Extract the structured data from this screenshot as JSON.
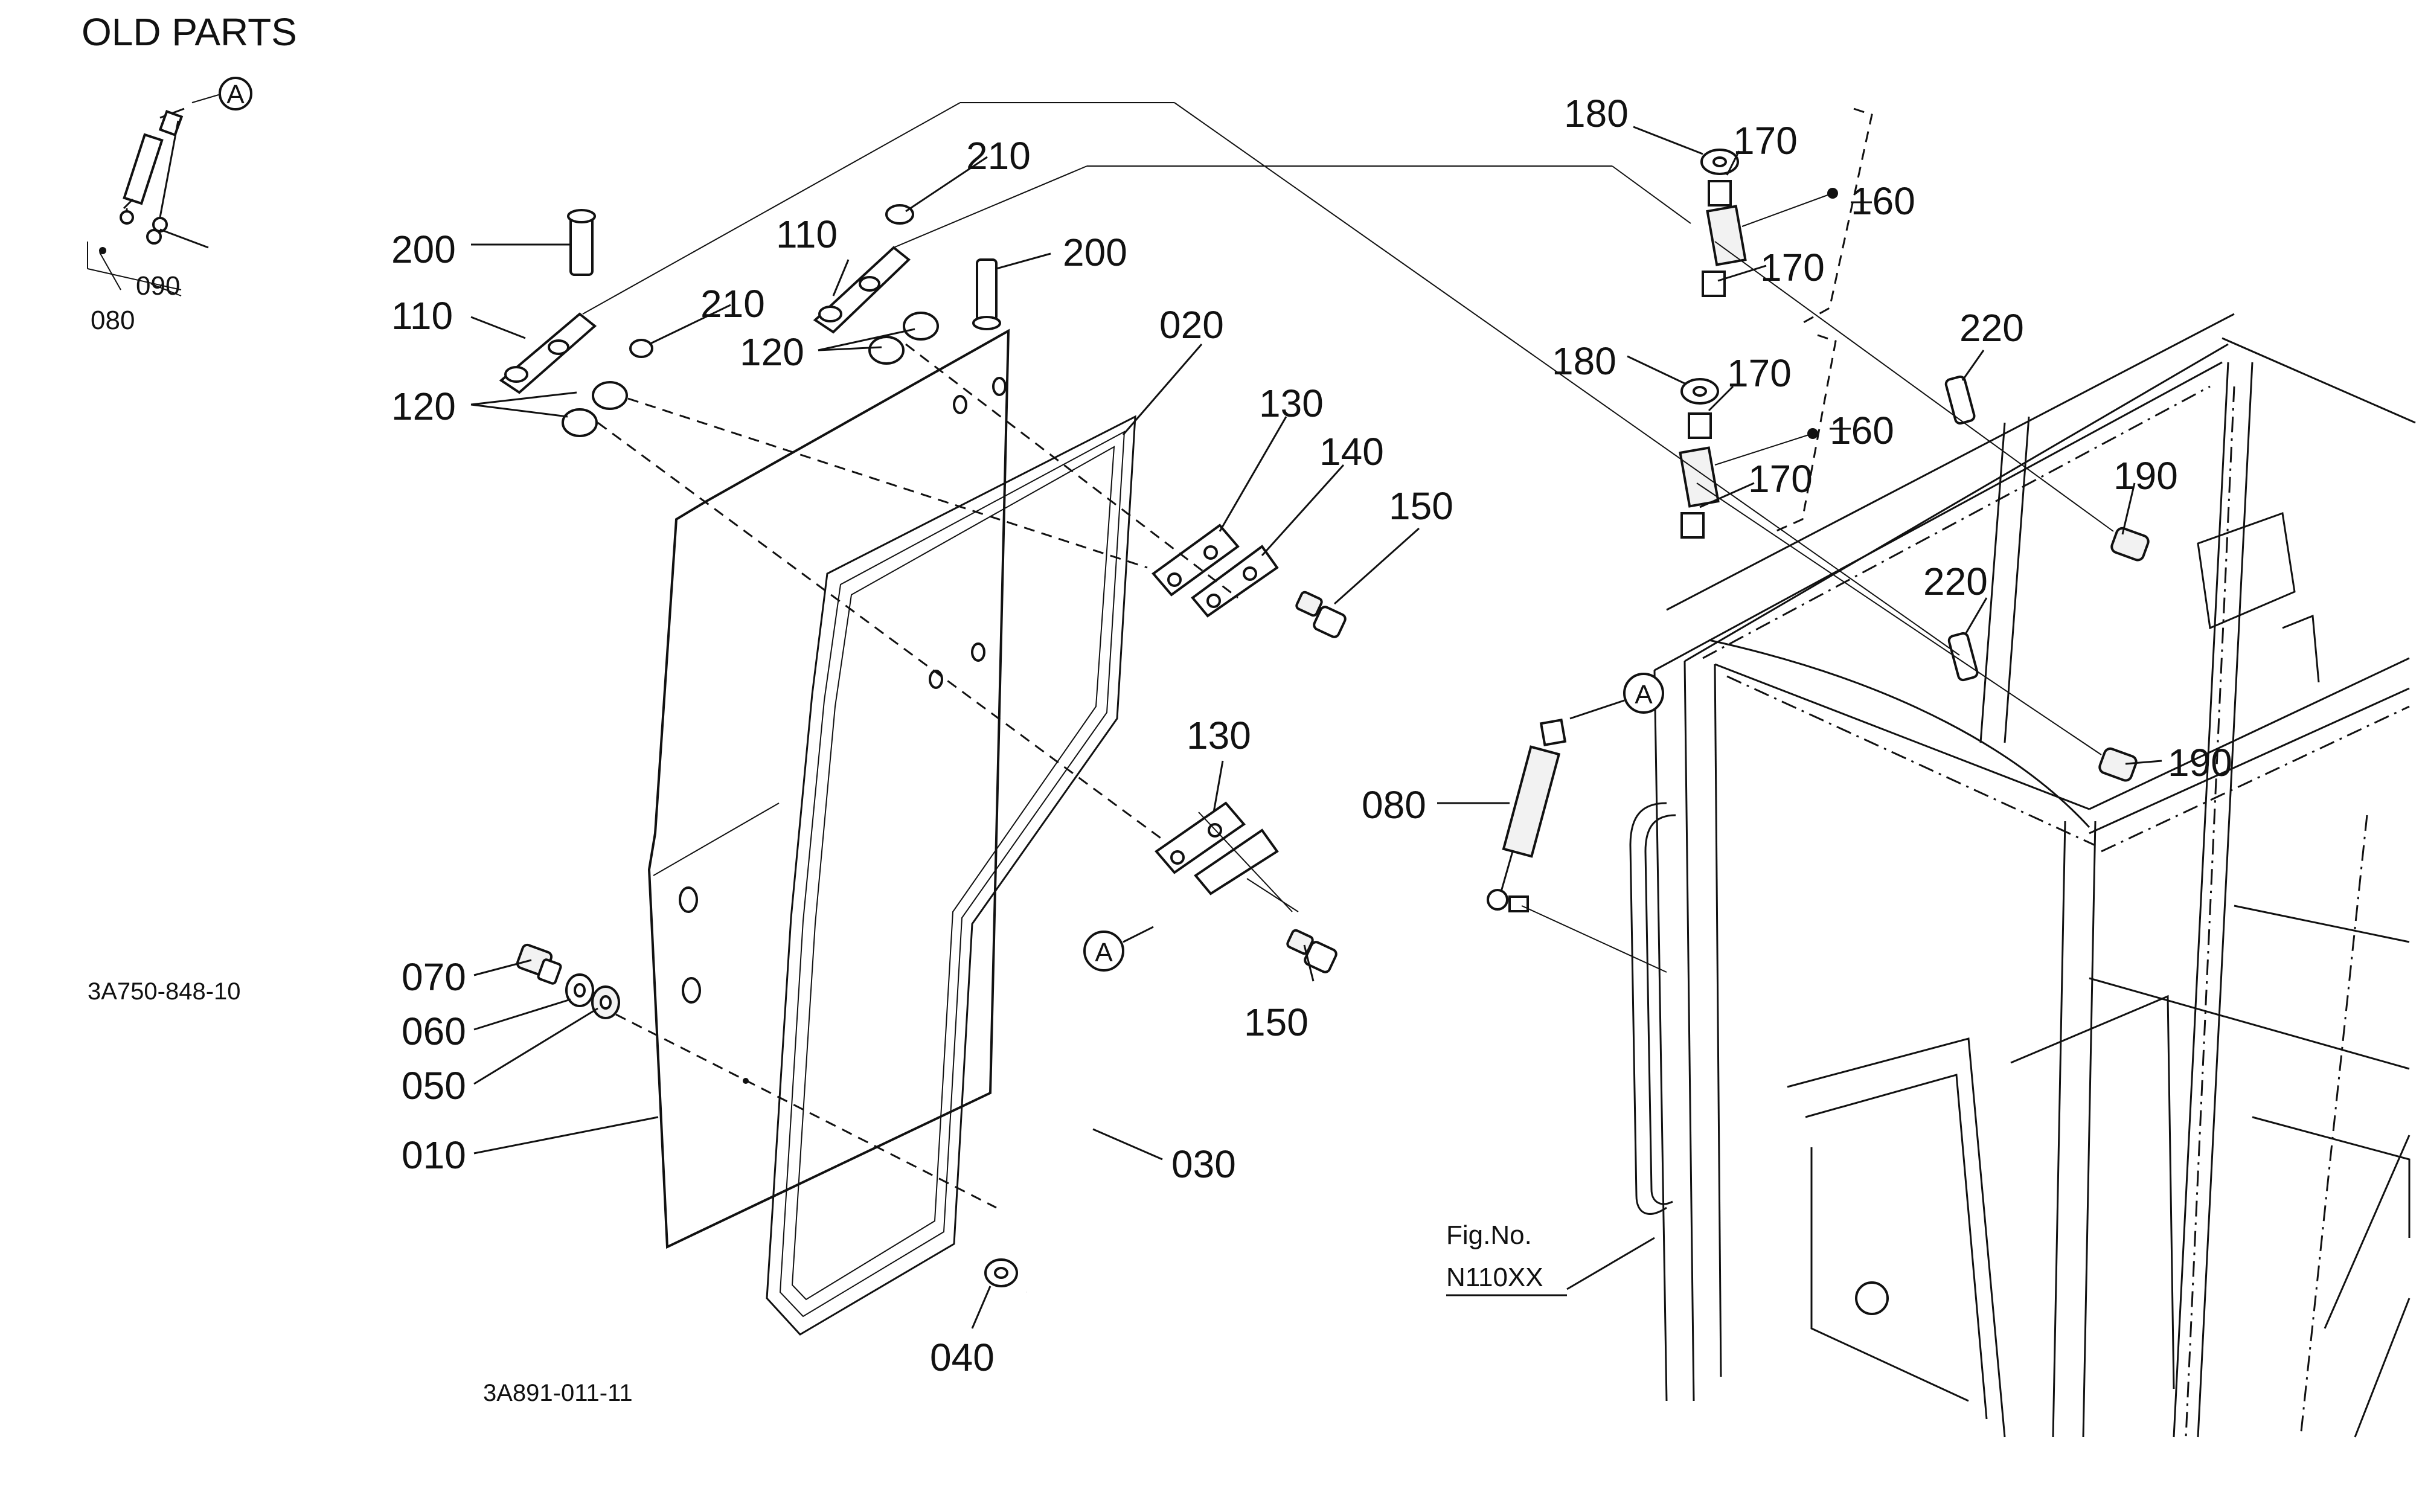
{
  "old_parts_title": "OLD PARTS",
  "old_parts_callouts": {
    "marker_a": "A",
    "c090": "090",
    "c080": "080"
  },
  "drawing_codes": {
    "old": "3A750-848-10",
    "main": "3A891-011-11"
  },
  "callouts": {
    "c010": "010",
    "c020": "020",
    "c030": "030",
    "c040": "040",
    "c050": "050",
    "c060": "060",
    "c070": "070",
    "c080": "080",
    "c110_left": "110",
    "c110_right": "110",
    "c120_left": "120",
    "c120_right": "120",
    "c130_top": "130",
    "c130_bottom": "130",
    "c140": "140",
    "c150_top": "150",
    "c150_bottom": "150",
    "c160_top": "160",
    "c160_bottom": "160",
    "c170_a": "170",
    "c170_b": "170",
    "c170_c": "170",
    "c170_d": "170",
    "c180_top": "180",
    "c180_bottom": "180",
    "c190_top": "190",
    "c190_bottom": "190",
    "c200_left": "200",
    "c200_right": "200",
    "c210_left": "210",
    "c210_right": "210",
    "c220_top": "220",
    "c220_bottom": "220"
  },
  "markers": {
    "a_door": "A",
    "a_strut": "A"
  },
  "fig_ref": {
    "line1": "Fig.No.",
    "line2": "N110XX"
  }
}
